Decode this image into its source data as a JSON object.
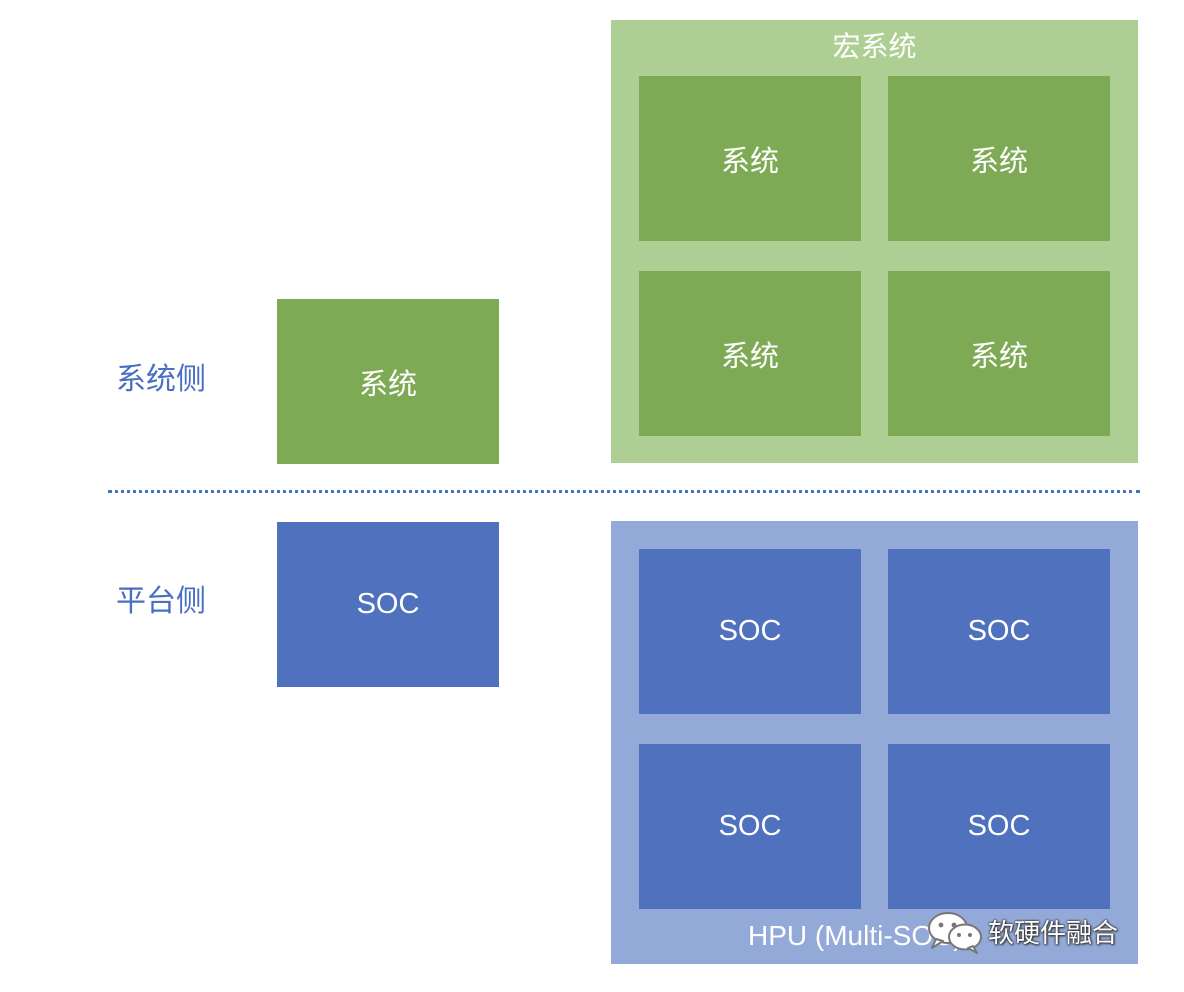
{
  "labels": {
    "system_side": "系统侧",
    "platform_side": "平台侧"
  },
  "single_system": {
    "label": "系统"
  },
  "single_soc": {
    "label": "SOC"
  },
  "macro_system": {
    "title": "宏系统",
    "items": [
      "系统",
      "系统",
      "系统",
      "系统"
    ]
  },
  "hpu": {
    "title": "HPU (Multi-SOC)",
    "items": [
      "SOC",
      "SOC",
      "SOC",
      "SOC"
    ]
  },
  "watermark": {
    "icon": "wechat-icon",
    "text": "软硬件融合"
  },
  "colors": {
    "system_green": "#7eaa55",
    "macro_container_green": "#aecf94",
    "soc_blue": "#4f71be",
    "hpu_container_blue": "#93a9d7",
    "label_blue": "#4a6fc2",
    "divider_blue": "#4472c4"
  }
}
